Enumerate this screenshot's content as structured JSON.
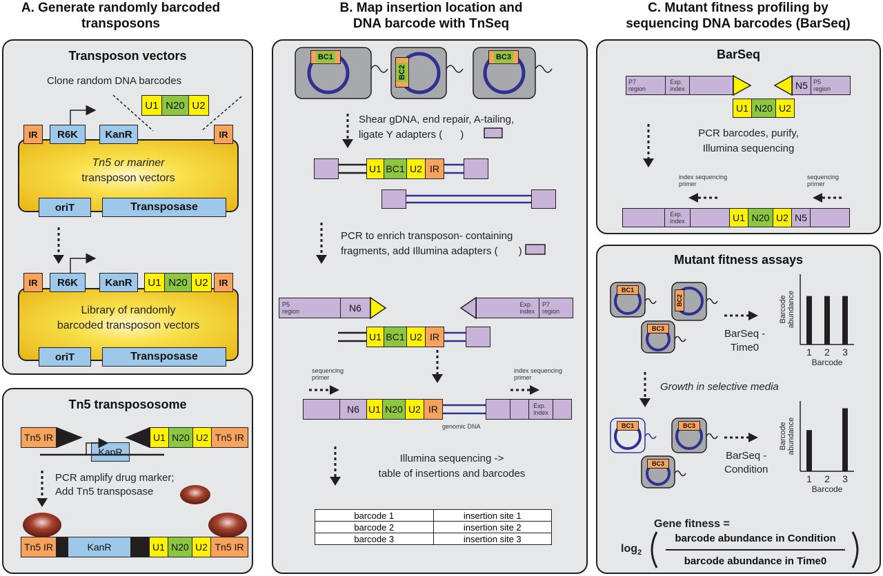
{
  "headings": {
    "a": [
      "A. Generate randomly barcoded",
      "transposons"
    ],
    "b": [
      "B. Map insertion location and",
      "DNA barcode with TnSeq"
    ],
    "c": [
      "C. Mutant fitness profiling by",
      "sequencing DNA barcodes (BarSeq)"
    ]
  },
  "panelA": {
    "title": "Transposon vectors",
    "clone": "Clone random DNA barcodes",
    "vec1": [
      "Tn5 or mariner",
      "transposon vectors"
    ],
    "vec2": [
      "Library of randomly",
      "barcoded transposon vectors"
    ],
    "ir": "IR",
    "r6k": "R6K",
    "kanr": "KanR",
    "orit": "oriT",
    "transposase": "Transposase",
    "u1": "U1",
    "n20": "N20",
    "u2": "U2"
  },
  "panelTn5": {
    "title": "Tn5 transpososome",
    "tn5ir": "Tn5 IR",
    "kanr": "KanR",
    "step": [
      "PCR amplify drug marker;",
      "Add Tn5 transposase"
    ]
  },
  "panelB": {
    "bc1": "BC1",
    "bc2": "BC2",
    "bc3": "BC3",
    "step1": [
      "Shear gDNA, end repair, A-tailing,",
      "ligate Y adapters ("
    ],
    "step1_close": ")",
    "step2": [
      "PCR to enrich transposon- containing",
      "fragments, add Illumina adapters ("
    ],
    "step2_close": ")",
    "p5": [
      "P5",
      "region"
    ],
    "p7": [
      "P7",
      "region"
    ],
    "exp": [
      "Exp.",
      "index"
    ],
    "n6": "N6",
    "ir": "IR",
    "u1": "U1",
    "u2": "U2",
    "n20": "N20",
    "seqprimer": [
      "sequencing",
      "primer"
    ],
    "idxprimer": [
      "index sequencing",
      "primer"
    ],
    "genomic": "genomic DNA",
    "step3": [
      "Illumina sequencing ->",
      "table of insertions and barcodes"
    ],
    "table": [
      [
        "barcode 1",
        "insertion site 1"
      ],
      [
        "barcode 2",
        "insertion site 2"
      ],
      [
        "barcode 3",
        "insertion site 3"
      ]
    ]
  },
  "panelC": {
    "title": "BarSeq",
    "p7": [
      "P7",
      "region"
    ],
    "p5": [
      "P5",
      "region"
    ],
    "exp": [
      "Exp.",
      "index"
    ],
    "n5": "N5",
    "u1": "U1",
    "n20": "N20",
    "u2": "U2",
    "step": [
      "PCR barcodes, purify,",
      "Illumina sequencing"
    ],
    "idxprimer": [
      "index sequencing",
      "primer"
    ],
    "seqprimer": [
      "sequencing",
      "primer"
    ]
  },
  "panelD": {
    "title": "Mutant fitness assays",
    "bc1": "BC1",
    "bc2": "BC2",
    "bc3": "BC3",
    "barseq0": [
      "BarSeq -",
      "Time0"
    ],
    "barseqc": [
      "BarSeq -",
      "Condition"
    ],
    "growth": "Growth in selective media",
    "ylabel": [
      "Barcode",
      "abundance"
    ],
    "xlabel": "Barcode",
    "fitness_label": "Gene fitness =",
    "log": "log",
    "log_sub": "2",
    "numerator": "barcode abundance in Condition",
    "denominator": "barcode abundance in Time0"
  },
  "chart_data": [
    {
      "type": "bar",
      "categories": [
        "1",
        "2",
        "3"
      ],
      "values": [
        1,
        1,
        1
      ],
      "xlabel": "Barcode",
      "ylabel": "Barcode abundance",
      "ylim": [
        0,
        1.45
      ]
    },
    {
      "type": "bar",
      "categories": [
        "1",
        "2",
        "3"
      ],
      "values": [
        0.85,
        0,
        1.3
      ],
      "xlabel": "Barcode",
      "ylabel": "Barcode abundance",
      "ylim": [
        0,
        1.45
      ]
    }
  ]
}
